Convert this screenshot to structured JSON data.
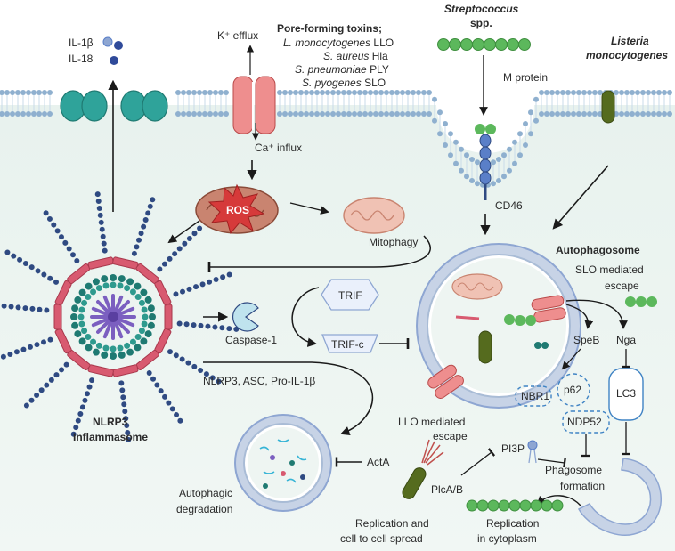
{
  "labels": {
    "pore_forming_title": "Pore-forming toxins;",
    "toxin_lm_species": "L. monocytogenes",
    "toxin_lm_name": "LLO",
    "toxin_sa_species": "S. aureus",
    "toxin_sa_name": "Hla",
    "toxin_sp_species": "S. pneumoniae",
    "toxin_sp_name": "PLY",
    "toxin_spy_species": "S. pyogenes",
    "toxin_spy_name": "SLO",
    "strep_line1": "Streptococcus",
    "strep_line2": "spp.",
    "listeria_line1": "Listeria",
    "listeria_line2": "monocytogenes",
    "il1b": "IL-1β",
    "il18": "IL-18",
    "k_efflux": "K⁺ efflux",
    "ca_influx": "Ca⁺ influx",
    "m_protein": "M protein",
    "cd46": "CD46",
    "ros": "ROS",
    "mitophagy": "Mitophagy",
    "autophagosome": "Autophagosome",
    "slo_escape_line1": "SLO mediated",
    "slo_escape_line2": "escape",
    "trif": "TRIF",
    "trif_c": "TRIF-c",
    "caspase1": "Caspase-1",
    "speb": "SpeB",
    "nga": "Nga",
    "nbr1": "NBR1",
    "p62": "p62",
    "ndp52": "NDP52",
    "lc3": "LC3",
    "nlrp3_asc": "NLRP3, ASC, Pro-IL-1β",
    "nlrp3_line1": "NLRP3",
    "nlrp3_line2": "Inflammasome",
    "llo_escape_line1": "LLO mediated",
    "llo_escape_line2": "escape",
    "pi3p": "PI3P",
    "acta": "ActA",
    "plcab": "PlcA/B",
    "phagosome_line1": "Phagosome",
    "phagosome_line2": "formation",
    "autophagic_line1": "Autophagic",
    "autophagic_line2": "degradation",
    "replication_spread_line1": "Replication and",
    "replication_spread_line2": "cell to cell spread",
    "replication_cyto_line1": "Replication",
    "replication_cyto_line2": "in cytoplasm"
  },
  "colors": {
    "cell_fill": "#eef5f2",
    "membrane_head": "#8fb0cf",
    "membrane_tail": "#c9dbea",
    "bacteria_green": "#5cb85c",
    "listeria_olive": "#556b1e",
    "pore_pink": "#ee8e8e",
    "mito_brown": "#b06a52",
    "ros_red": "#d63a3a",
    "inflammasome_red": "#d85a70",
    "inflammasome_blue": "#2f4a82",
    "inflammasome_teal": "#1f7a72",
    "inflammasome_purple": "#7b5fc0",
    "autophagosome_ring": "#a9bcd6",
    "receptor_blue": "#5a7fc8",
    "dashed_blue": "#3f83c4",
    "arrow": "#1a1a1a"
  }
}
